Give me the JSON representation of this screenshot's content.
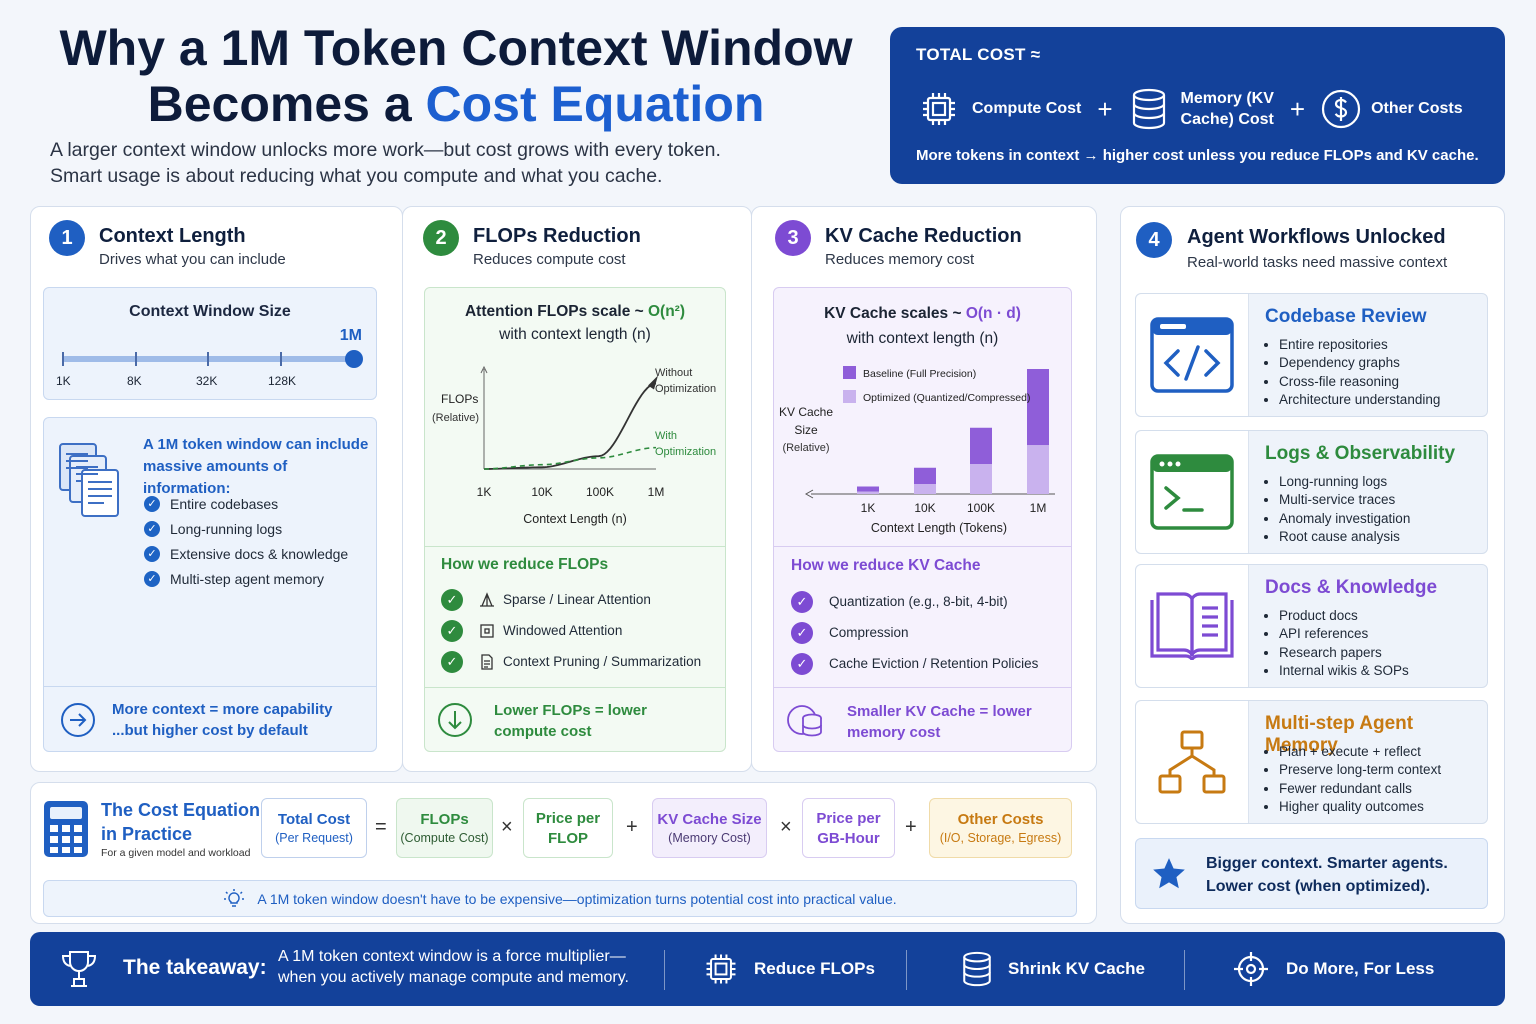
{
  "header": {
    "title_line1": "Why a 1M Token Context Window",
    "title_line2_prefix": "Becomes a ",
    "title_line2_accent": "Cost Equation",
    "subtitle_line1": "A larger context window unlocks more work—but cost grows with every token.",
    "subtitle_line2": "Smart usage is about reducing what you compute and what you cache."
  },
  "total_cost": {
    "title": "TOTAL COST  ≈",
    "compute": "Compute Cost",
    "memory": "Memory (KV Cache) Cost",
    "memory_l1": "Memory (KV",
    "memory_l2": "Cache) Cost",
    "other": "Other Costs",
    "plus": "+",
    "note": "More tokens in context → higher cost unless you reduce FLOPs and KV cache."
  },
  "sec1": {
    "num": "1",
    "title": "Context Length",
    "sub": "Drives what you can include",
    "slider_title": "Context Window Size",
    "slider_value": "1M",
    "slider_fraction": 1.0,
    "ticks": [
      "1K",
      "8K",
      "32K",
      "128K"
    ],
    "info_title_l1": "A 1M token window can include",
    "info_title_l2": "massive amounts of information:",
    "items": [
      "Entire codebases",
      "Long-running logs",
      "Extensive docs & knowledge",
      "Multi-step agent memory"
    ],
    "footer_l1": "More context = more capability",
    "footer_l2": "...but higher cost by default"
  },
  "sec2": {
    "num": "2",
    "title": "FLOPs Reduction",
    "sub": "Reduces compute cost",
    "chart_title_l1_prefix": "Attention FLOPs scale ~ ",
    "chart_title_l1_accent": "O(n²)",
    "chart_title_l2": "with context length (n)",
    "ylabel_l1": "FLOPs",
    "ylabel_l2": "(Relative)",
    "xlabel": "Context Length (n)",
    "without_l1": "Without",
    "without_l2": "Optimization",
    "with_l1": "With",
    "with_l2": "Optimization",
    "how_title": "How we reduce FLOPs",
    "items": [
      "Sparse / Linear Attention",
      "Windowed Attention",
      "Context Pruning / Summarization"
    ],
    "footer_l1": "Lower FLOPs = lower",
    "footer_l2": "compute cost"
  },
  "sec3": {
    "num": "3",
    "title": "KV Cache Reduction",
    "sub": "Reduces memory cost",
    "chart_title_l1_prefix": "KV Cache scales ~ ",
    "chart_title_l1_accent": "O(n · d)",
    "chart_title_l2": "with context length (n)",
    "ylabel_l1": "KV Cache",
    "ylabel_l2": "Size",
    "ylabel_l3": "(Relative)",
    "xlabel": "Context Length (Tokens)",
    "legend_baseline": "Baseline (Full Precision)",
    "legend_optimized": "Optimized (Quantized/Compressed)",
    "how_title": "How we reduce KV Cache",
    "items": [
      "Quantization (e.g., 8-bit, 4-bit)",
      "Compression",
      "Cache Eviction / Retention Policies"
    ],
    "footer_l1": "Smaller KV Cache = lower",
    "footer_l2": "memory cost"
  },
  "chart_data": [
    {
      "type": "line",
      "title": "Attention FLOPs scale ~ O(n²) with context length (n)",
      "xlabel": "Context Length (n)",
      "ylabel": "FLOPs (Relative)",
      "categories": [
        "1K",
        "10K",
        "100K",
        "1M"
      ],
      "series": [
        {
          "name": "Without Optimization",
          "values": [
            0.0,
            0.02,
            0.15,
            1.0
          ]
        },
        {
          "name": "With Optimization",
          "values": [
            0.0,
            0.05,
            0.13,
            0.25
          ]
        }
      ],
      "ylim": [
        0,
        1.1
      ],
      "grid": false
    },
    {
      "type": "bar",
      "title": "KV Cache scales ~ O(n · d) with context length (n)",
      "xlabel": "Context Length (Tokens)",
      "ylabel": "KV Cache Size (Relative)",
      "categories": [
        "1K",
        "10K",
        "100K",
        "1M"
      ],
      "series": [
        {
          "name": "Baseline (Full Precision)",
          "values": [
            0.06,
            0.21,
            0.53,
            1.0
          ]
        },
        {
          "name": "Optimized (Quantized/Compressed)",
          "values": [
            0.02,
            0.08,
            0.24,
            0.39
          ]
        }
      ],
      "ylim": [
        0,
        1.0
      ],
      "legend": "top-left",
      "grid": false
    }
  ],
  "sec4": {
    "num": "4",
    "title": "Agent Workflows Unlocked",
    "sub": "Real-world tasks need massive context",
    "workflows": [
      {
        "title": "Codebase Review",
        "items": [
          "Entire repositories",
          "Dependency graphs",
          "Cross-file reasoning",
          "Architecture understanding"
        ]
      },
      {
        "title": "Logs & Observability",
        "items": [
          "Long-running logs",
          "Multi-service traces",
          "Anomaly investigation",
          "Root cause analysis"
        ]
      },
      {
        "title": "Docs & Knowledge",
        "items": [
          "Product docs",
          "API references",
          "Research papers",
          "Internal wikis & SOPs"
        ]
      },
      {
        "title": "Multi-step Agent Memory",
        "items": [
          "Plan + execute + reflect",
          "Preserve long-term context",
          "Fewer redundant calls",
          "Higher quality outcomes"
        ]
      }
    ],
    "bottom_l1": "Bigger context. Smarter agents.",
    "bottom_l2": "Lower cost (when optimized)."
  },
  "equation": {
    "title_l1": "The Cost Equation",
    "title_l2": "in Practice",
    "caption": "For a given model and workload",
    "total_t1": "Total Cost",
    "total_t2": "(Per Request)",
    "flops_t1": "FLOPs",
    "flops_t2": "(Compute Cost)",
    "ppf_t1": "Price per",
    "ppf_t2": "FLOP",
    "kv_t1": "KV Cache Size",
    "kv_t2": "(Memory Cost)",
    "ppg_t1": "Price per",
    "ppg_t2": "GB-Hour",
    "other_t1": "Other Costs",
    "other_t2": "(I/O, Storage, Egress)",
    "eq": "=",
    "times": "×",
    "plus": "+",
    "tip": "A 1M token window doesn't have to be expensive—optimization turns potential cost into practical value."
  },
  "takeaway": {
    "label": "The takeaway:",
    "text_l1": "A 1M token context window is a force multiplier—",
    "text_l2": "when you actively manage compute and memory.",
    "a1": "Reduce FLOPs",
    "a2": "Shrink KV Cache",
    "a3": "Do More, For Less"
  },
  "colors": {
    "navy": "#13419a",
    "blue": "#1f5fc2",
    "green": "#2e8b3e",
    "purple": "#7d4bd3",
    "orange": "#c77a12"
  }
}
